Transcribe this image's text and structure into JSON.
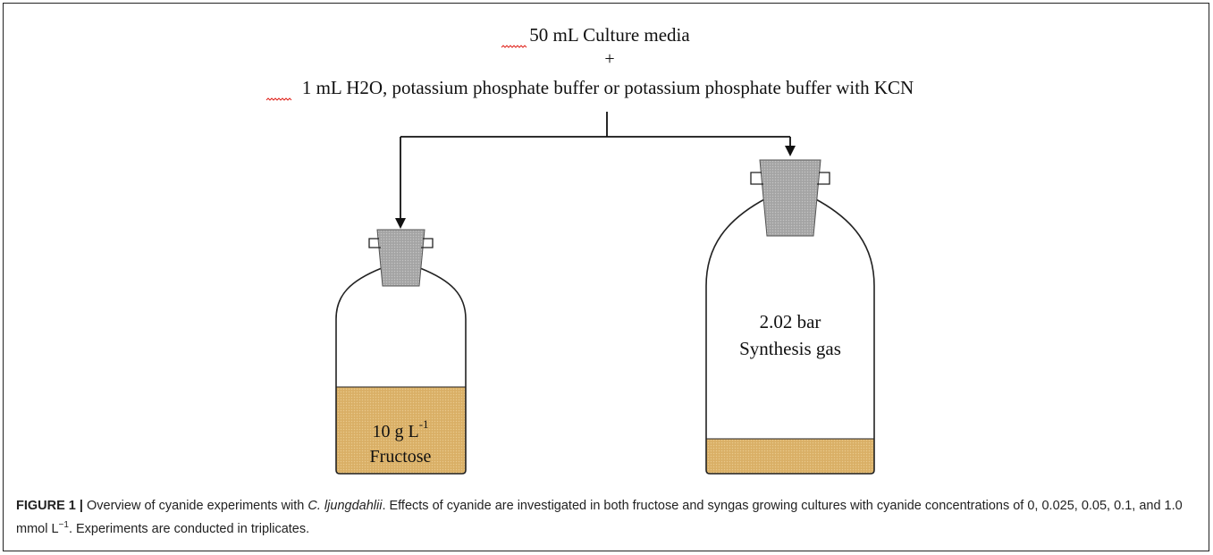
{
  "header": {
    "line1": "50 mL Culture media",
    "plus": "+",
    "line2": "1 mL H2O, potassium phosphate buffer or potassium phosphate buffer with KCN"
  },
  "left_bottle": {
    "label_value": "10 g L",
    "label_exp": "-1",
    "label_sub": "Fructose",
    "liquid_color": "#dcb36b"
  },
  "right_bottle": {
    "label_line1": "2.02 bar",
    "label_line2": "Synthesis gas",
    "liquid_color": "#dcb36b"
  },
  "stopper_color": "#a8a8a8",
  "caption": {
    "label": "FIGURE 1 |",
    "text_a": " Overview of cyanide experiments with ",
    "organism": "C. ljungdahlii",
    "text_b": ". Effects of cyanide are investigated in both fructose and syngas growing cultures with cyanide concentrations of 0, 0.025, 0.05, 0.1, and 1.0 mmol L",
    "exp": "−1",
    "text_c": ". Experiments are conducted in triplicates."
  }
}
